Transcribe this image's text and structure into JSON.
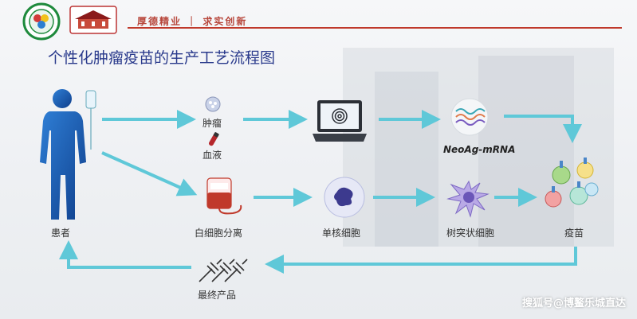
{
  "header": {
    "slogan": "厚德精业 ｜ 求实创新"
  },
  "title": "个性化肿瘤疫苗的生产工艺流程图",
  "nodes": {
    "patient": "患者",
    "tumor": "肿瘤",
    "blood": "血液",
    "leukapheresis": "白细胞分离",
    "monocyte": "单核细胞",
    "dendritic": "树突状细胞",
    "vaccine": "疫苗",
    "final_product": "最终产品",
    "neoag": "NeoAg-mRNA"
  },
  "watermark": "搜狐号@博鳌乐城直达",
  "colors": {
    "arrow": "#5fc8d8",
    "title": "#2a3a8c",
    "accent_red": "#c0392b",
    "header_line": "#c0392b"
  }
}
